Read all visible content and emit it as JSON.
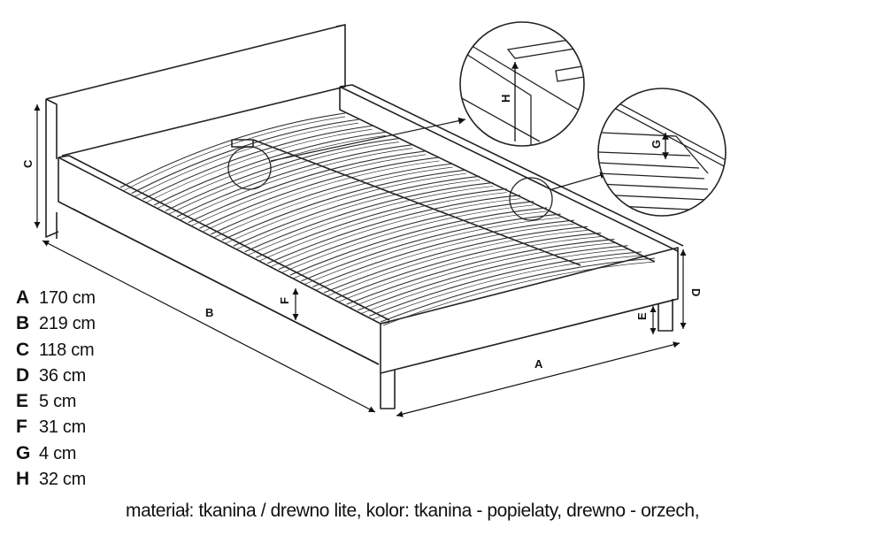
{
  "diagram": {
    "labels": {
      "A": "A",
      "B": "B",
      "C": "C",
      "D": "D",
      "E": "E",
      "F": "F",
      "G": "G",
      "H": "H"
    }
  },
  "dimensions": [
    {
      "key": "A",
      "value": "170 cm"
    },
    {
      "key": "B",
      "value": "219 cm"
    },
    {
      "key": "C",
      "value": "118 cm"
    },
    {
      "key": "D",
      "value": "36 cm"
    },
    {
      "key": "E",
      "value": "5 cm"
    },
    {
      "key": "F",
      "value": "31 cm"
    },
    {
      "key": "G",
      "value": "4 cm"
    },
    {
      "key": "H",
      "value": "32 cm"
    }
  ],
  "footer": {
    "material": "materiał: tkanina / drewno lite, kolor: tkanina - popielaty, drewno - orzech,"
  }
}
